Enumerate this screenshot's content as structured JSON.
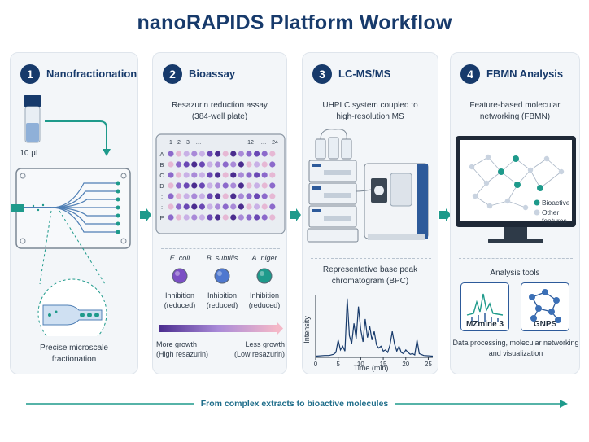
{
  "title": "nanoRAPIDS Platform Workflow",
  "panels": [
    {
      "number": "1",
      "title": "Nanofractionation",
      "volume": "10 µL",
      "caption_1": "Precise microscale",
      "caption_2": "fractionation"
    },
    {
      "number": "2",
      "title": "Bioassay",
      "subtitle_1": "Resazurin reduction assay",
      "subtitle_2": "(384-well plate)",
      "row_labels": [
        "A",
        "B",
        "C",
        "D",
        ":",
        ":",
        "P"
      ],
      "col_labels": [
        "1",
        "2",
        "3",
        "…",
        "12",
        "…",
        "24"
      ],
      "organisms": [
        {
          "name": "E. coli",
          "color": "#7b4fc4",
          "result_1": "Inhibition",
          "result_2": "(reduced)"
        },
        {
          "name": "B. subtilis",
          "color": "#4f78cf",
          "result_1": "Inhibition",
          "result_2": "(reduced)"
        },
        {
          "name": "A. niger",
          "color": "#1e9a8b",
          "result_1": "Inhibition",
          "result_2": "(reduced)"
        }
      ],
      "gradient_left_1": "More growth",
      "gradient_left_2": "(High resazurin)",
      "gradient_right_1": "Less growth",
      "gradient_right_2": "(Low resazurin)"
    },
    {
      "number": "3",
      "title": "LC-MS/MS",
      "subtitle_1": "UHPLC system coupled to",
      "subtitle_2": "high-resolution MS",
      "chrom_title_1": "Representative base peak",
      "chrom_title_2": "chromatogram (BPC)"
    },
    {
      "number": "4",
      "title": "FBMN Analysis",
      "subtitle_1": "Feature-based molecular",
      "subtitle_2": "networking (FBMN)",
      "legend": [
        {
          "label": "Bioactive",
          "color": "#1e9a8b"
        },
        {
          "label_1": "Other",
          "label_2": "features",
          "color": "#c9d3e0"
        }
      ],
      "tools_title": "Analysis tools",
      "tools": [
        {
          "name": "MZmine 3"
        },
        {
          "name": "GNPS"
        }
      ],
      "tools_caption_1": "Data processing, molecular networking",
      "tools_caption_2": "and visualization"
    }
  ],
  "footer": "From complex extracts to bioactive molecules",
  "chart_data": {
    "type": "line",
    "title": "",
    "xlabel": "Time (min)",
    "ylabel": "Intensity",
    "xlim": [
      0,
      26
    ],
    "xticks": [
      0,
      5,
      10,
      15,
      20,
      25
    ],
    "series": [
      {
        "x": [
          0,
          2,
          3,
          4,
          4.5,
          5,
          5.5,
          6,
          6.5,
          7,
          7.5,
          8,
          8.5,
          9,
          9.5,
          10,
          10.5,
          11,
          11.5,
          12,
          12.5,
          13,
          13.5,
          14,
          14.5,
          15,
          15.5,
          16,
          16.5,
          17,
          17.5,
          18,
          18.5,
          19,
          19.5,
          20,
          20.5,
          21,
          21.5,
          22,
          22.5,
          23,
          24,
          26
        ],
        "y": [
          0.02,
          0.03,
          0.03,
          0.05,
          0.08,
          0.28,
          0.12,
          0.18,
          0.1,
          0.95,
          0.35,
          0.22,
          0.55,
          0.3,
          0.82,
          0.45,
          0.25,
          0.62,
          0.32,
          0.5,
          0.28,
          0.42,
          0.2,
          0.15,
          0.18,
          0.1,
          0.12,
          0.08,
          0.2,
          0.42,
          0.22,
          0.1,
          0.18,
          0.08,
          0.06,
          0.12,
          0.08,
          0.05,
          0.06,
          0.04,
          0.28,
          0.06,
          0.03,
          0.02
        ]
      }
    ]
  }
}
